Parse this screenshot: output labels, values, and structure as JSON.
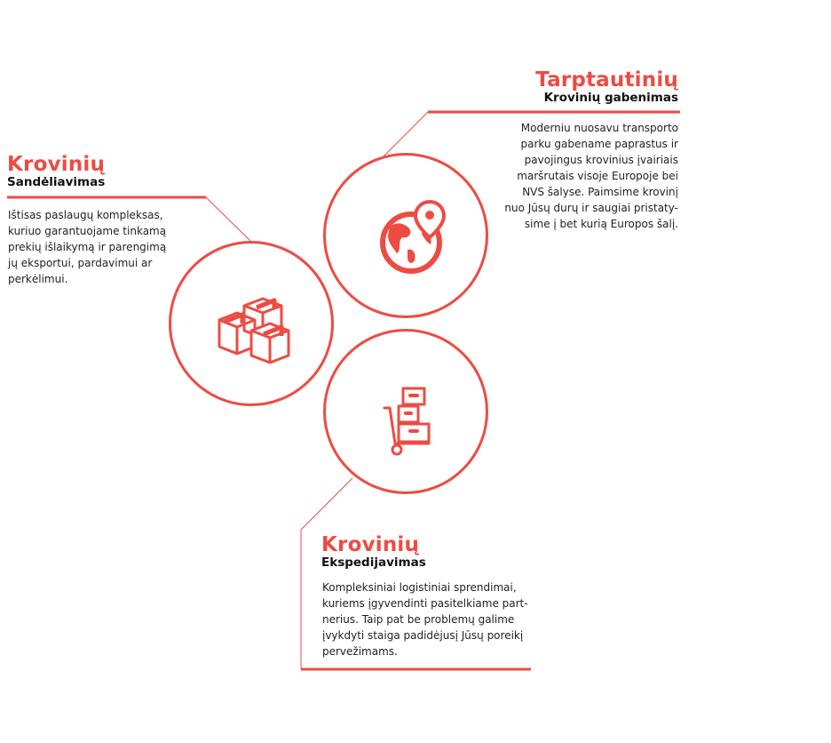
{
  "accent_color": "#ee4b43",
  "services": {
    "transport": {
      "title": "Tarptautinių",
      "subtitle": "Krovinių gabenimas",
      "description": "Moderniu nuosavu transporto parku gabename  paprastus ir pavojingus krovinius  įvairiais maršrutais visoje Europoje bei NVS šalyse. Paimsime krovinį nuo Jūsų durų ir saugiai pristatysime į bet kurią Europos šalį.",
      "lines": [
        "Moderniu nuosavu transporto",
        "parku gabename  paprastus ir",
        "pavojingus krovinius  įvairiais",
        "maršrutais visoje Europoje bei",
        "NVS šalyse. Paimsime krovinį",
        "nuo Jūsų durų ir saugiai pristaty-",
        "sime į bet kurią Europos šalį."
      ],
      "icon": "globe-location-icon"
    },
    "warehousing": {
      "title": "Krovinių",
      "subtitle": "Sandėliavimas",
      "lines": [
        "Ištisas paslaugų kompleksas,",
        "kuriuo  garantuojame tinkamą",
        "prekių išlaikymą ir parengimą",
        "jų eksportui, pardavimui ar",
        "perkėlimui."
      ],
      "icon": "boxes-icon"
    },
    "forwarding": {
      "title": "Krovinių",
      "subtitle": "Ekspedijavimas",
      "lines": [
        "Kompleksiniai logistiniai sprendimai,",
        "kuriems įgyvendinti pasitelkiame part-",
        "nerius. Taip pat be problemų galime",
        "įvykdyti staiga padidėjusį Jūsų poreikį",
        "pervežimams."
      ],
      "icon": "hand-truck-icon"
    }
  }
}
